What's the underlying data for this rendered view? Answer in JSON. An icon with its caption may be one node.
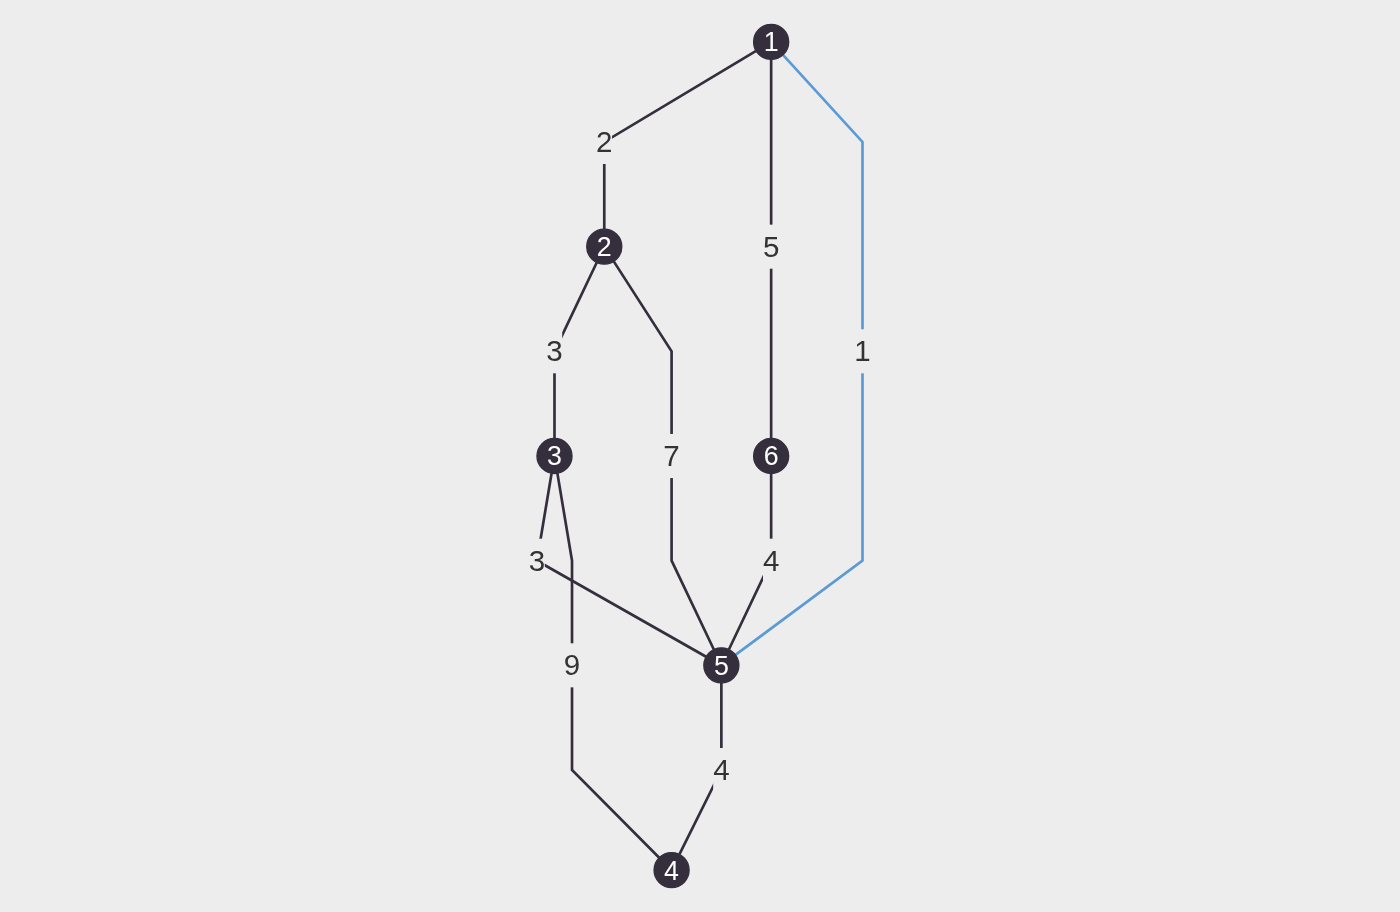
{
  "diagram": {
    "nodes": [
      {
        "text": [
          "2"
        ]
      },
      {
        "text": [
          "1"
        ]
      },
      {
        "text": [
          "3"
        ]
      },
      {
        "text": [
          "6"
        ]
      },
      {
        "text": [
          "4"
        ]
      },
      {
        "text": [
          "5"
        ]
      }
    ],
    "edges": [
      {
        "from": 1,
        "to": 0,
        "arrow": "none",
        "label": "2"
      },
      {
        "from": 0,
        "to": 2,
        "arrow": "none",
        "label": "3"
      },
      {
        "from": 1,
        "to": 3,
        "arrow": "none",
        "label": "5"
      },
      {
        "from": 1,
        "to": 5,
        "arrow": "none",
        "label": "1",
        "color": "#5b9bd5"
      },
      {
        "from": 0,
        "to": 5,
        "arrow": "none",
        "label": "7"
      },
      {
        "from": 2,
        "to": 5,
        "arrow": "none",
        "label": "3"
      },
      {
        "from": 2,
        "to": 4,
        "arrow": "none",
        "label": "9"
      },
      {
        "from": 3,
        "to": 5,
        "arrow": "none",
        "label": "4"
      },
      {
        "from": 5,
        "to": 4,
        "arrow": "none",
        "label": "4"
      }
    ]
  }
}
